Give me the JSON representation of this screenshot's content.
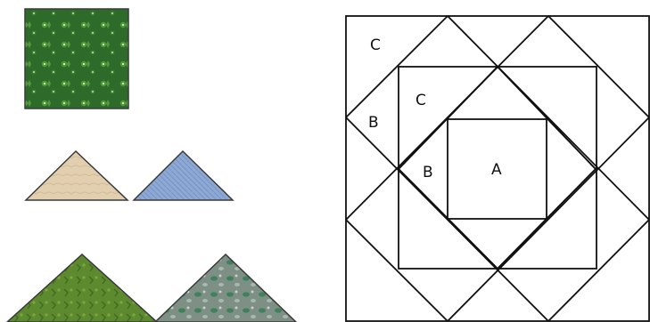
{
  "block_labels": {
    "center_square": "A",
    "inner_triangle": "B",
    "inner_corner": "C",
    "outer_triangle": "B",
    "outer_corner": "C"
  },
  "fabrics": {
    "square_green_floral": {
      "base": "#2e6b2a",
      "accent": "#9ed36a"
    },
    "triangle_tan": {
      "base": "#e2cfb0",
      "accent": "#cdb690"
    },
    "triangle_blue": {
      "base": "#8ea8d4",
      "accent": "#6f8cc0"
    },
    "large_triangle_green": {
      "base": "#5d8a2e",
      "accent": "#3f6b1f"
    },
    "large_triangle_print": {
      "base": "#7e8f85",
      "accent": "#2f7d52"
    }
  },
  "line_color": "#111111"
}
